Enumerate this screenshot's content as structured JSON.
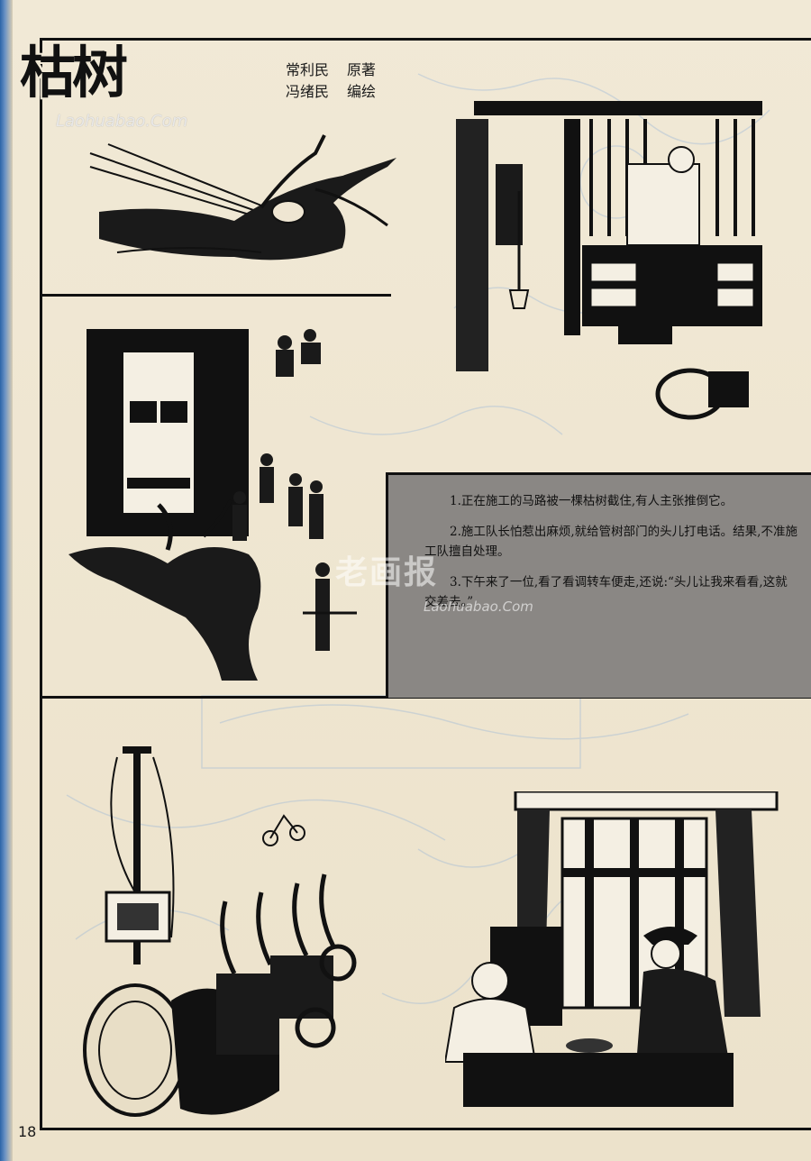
{
  "title": "枯树",
  "credits": [
    {
      "name": "常利民",
      "role": "原著"
    },
    {
      "name": "冯绪民",
      "role": "编绘"
    }
  ],
  "watermark": {
    "url": "Laohuabao.Com",
    "center_text": "老画报",
    "center_url": "Laohuabao.Com"
  },
  "captions": [
    "1.正在施工的马路被一棵枯树截住,有人主张推倒它。",
    "2.施工队长怕惹出麻烦,就给管树部门的头儿打电话。结果,不准施工队擅自处理。",
    "3.下午来了一位,看了看调转车便走,还说:“头儿让我来看看,这就交差去。”"
  ],
  "page_number": "18",
  "colors": {
    "paper": "#efe6d2",
    "ink": "#111111",
    "caption_bg": "#8a8784",
    "sketch_blue": "#8fb0d8"
  },
  "panels": [
    {
      "id": 1,
      "subject": "dead tree across road"
    },
    {
      "id": 2,
      "subject": "workers in tool shed"
    },
    {
      "id": 3,
      "subject": "bus blocked by tree, workers"
    },
    {
      "id": 4,
      "subject": "cable reels and wheelbarrows"
    },
    {
      "id": 5,
      "subject": "office window, two men"
    }
  ]
}
